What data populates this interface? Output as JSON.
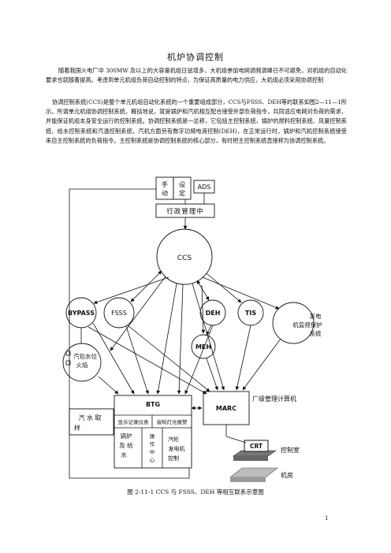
{
  "title": "机炉协调控制",
  "paragraphs": [
    "随着我国火电厂中 300MW 及以上的大容量机组日益增多，大机组参加电网调频调峰已不可避免，对机组的自动化要求也就随着提高。考虑到单元机组负荷自动控制的特点，为保证高质量的电力供应，大机组必须采用协调控制",
    "协调控制系统(CCS)是整个单元机组自动化系统的一个重要组成部分，CCS与FSSS、DEH等的联系如图2—11—1所示。所谓单元机组协调控制系统，概括地说，就是锅炉和汽机相互配合接受外部负荷指令，共同适应电网对负荷的需求，并能保证机组本身安全运行的控制系统。协调控制系统是一总称，它包括主控制系统，锅炉的燃料控制系统、风量控制系统、给水控制系统和汽温控制系统，汽机方面另有数字功频电液控制(DEH)，在正常运行时，锅炉和汽机控制系统接受来自主控制系统的负荷指令。主控制系统是协调控制系统的核心部分，有时把主控制系统直接称为协调控制系统。"
  ],
  "diagram": {
    "manual": "手动",
    "setpoint": "设定",
    "ads": "ADS",
    "dispatch": "行政管理中",
    "ccs": "CCS",
    "bypass": "BYPASS",
    "fsss": "FSSS",
    "deh": "DEH",
    "tis": "TIS",
    "meh": "MEH",
    "gen_protect": "发电机监视保护系统",
    "drum_level": "汽包水位火焰",
    "btg": "BTG",
    "steam_water": "汽水取样",
    "instruments": "显示记录仪表",
    "alarm": "音响灯光报警",
    "boiler_feed": "锅炉及给水",
    "operation": "操作中心",
    "turbine_gen": "汽轮发电机控制",
    "marc": "MARC",
    "plant_mgmt": "厂级管理计算机",
    "crt": "CRT",
    "control_room": "控制室",
    "machine_room": "机房"
  },
  "caption": "图 2-11-1 CCS 与 FSSS、DEH 等相互联系示意图",
  "page_number": "1"
}
